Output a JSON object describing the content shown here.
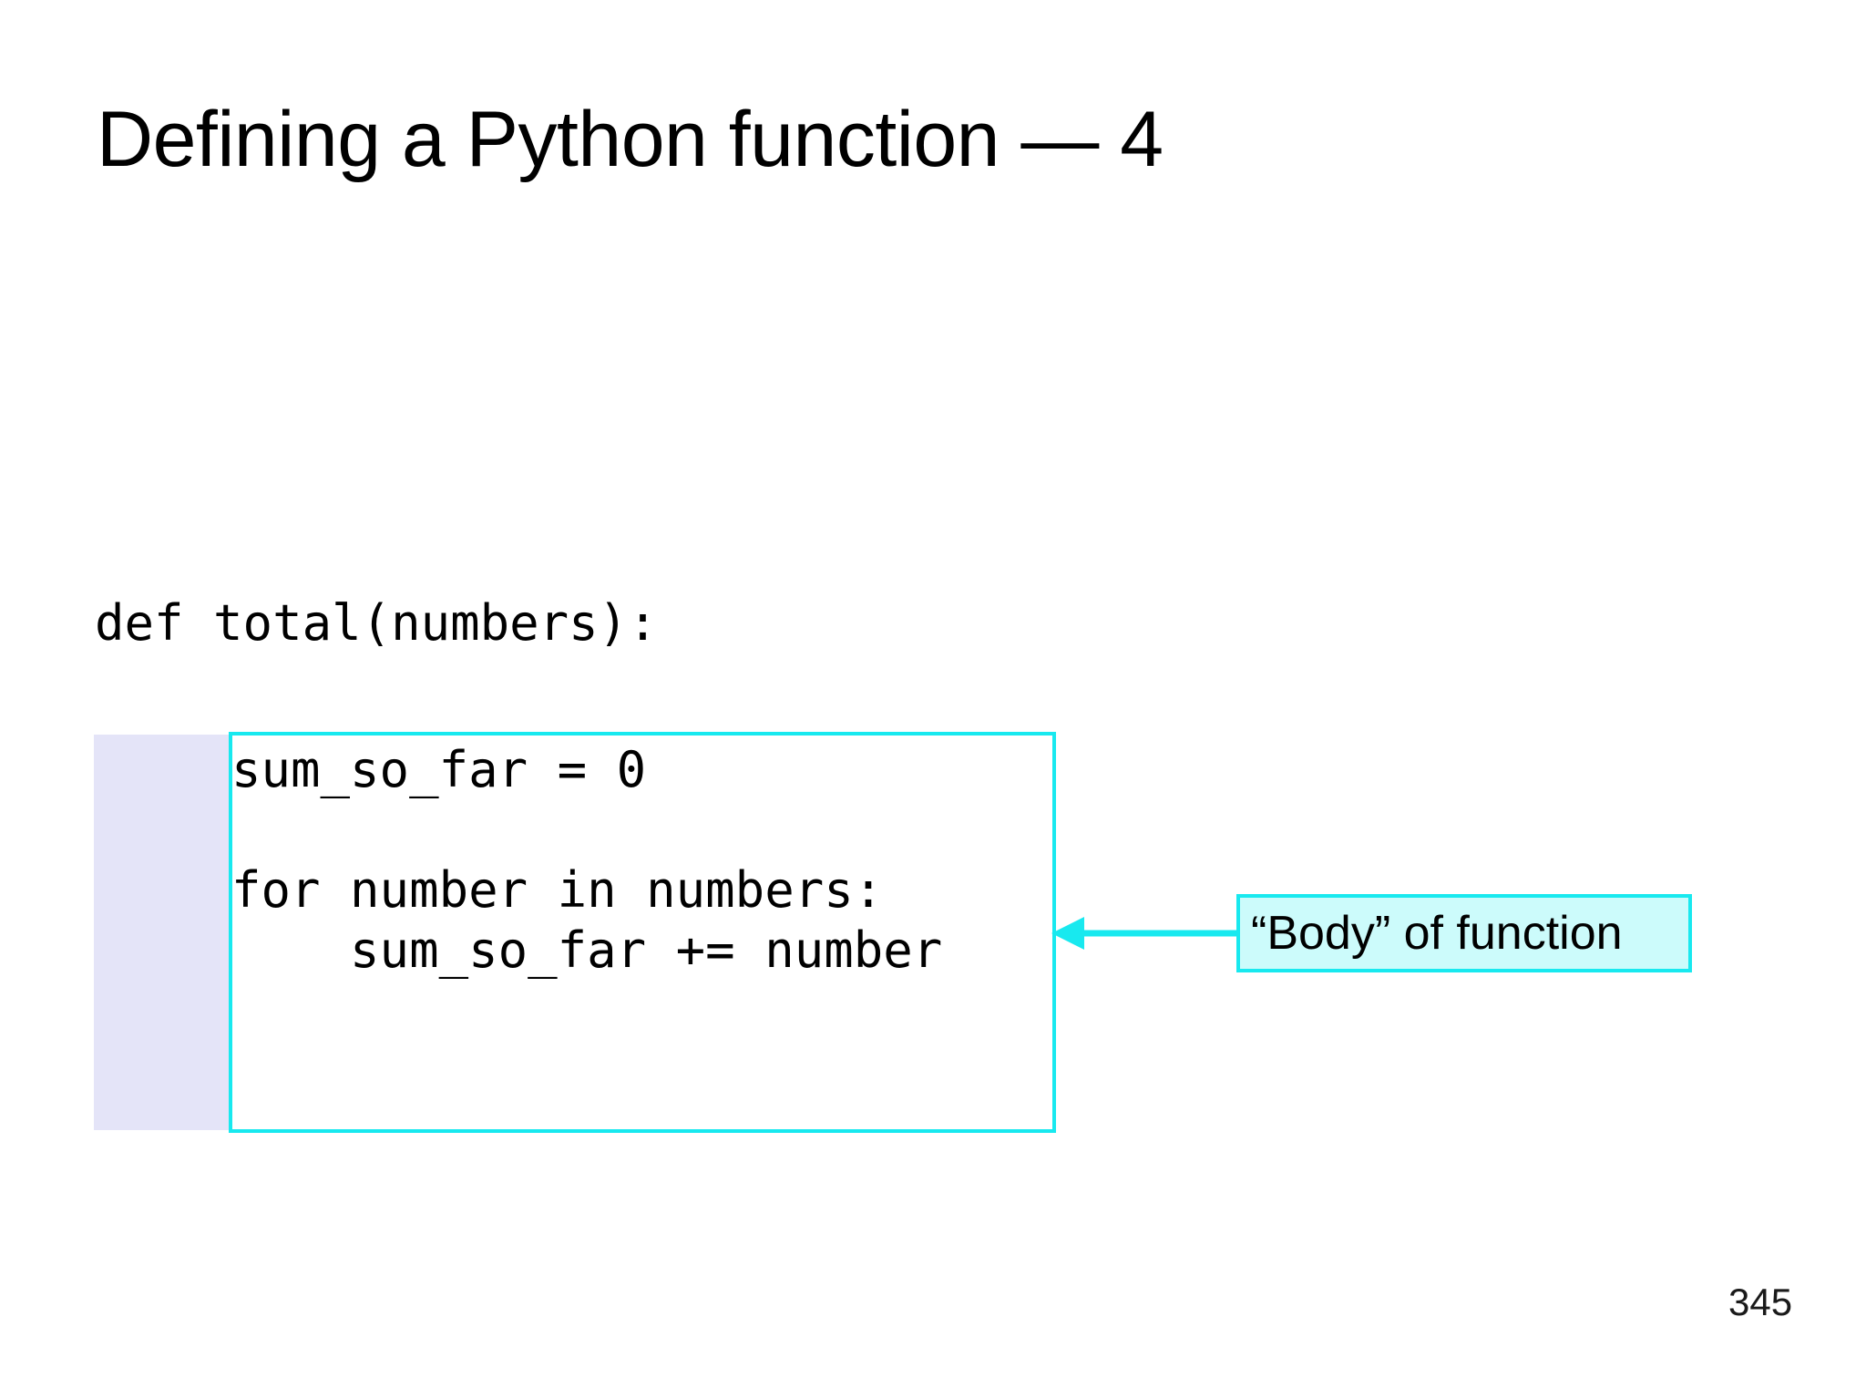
{
  "slide": {
    "title": "Defining a Python function — 4",
    "page_number": "345",
    "background_color": "#ffffff"
  },
  "code": {
    "signature": "def total(numbers):",
    "body": "sum_so_far = 0\n\nfor number in numbers:\n    sum_so_far += number",
    "body_lines": [
      "sum_so_far = 0",
      "",
      "for number in numbers:",
      "    sum_so_far += number"
    ],
    "text_color": "#000000"
  },
  "annotation": {
    "callout_label": "“Body” of function",
    "accent_color": "#18e9ef",
    "callout_fill": "#ccfbfb",
    "indent_block_color": "#e4e4f8"
  }
}
